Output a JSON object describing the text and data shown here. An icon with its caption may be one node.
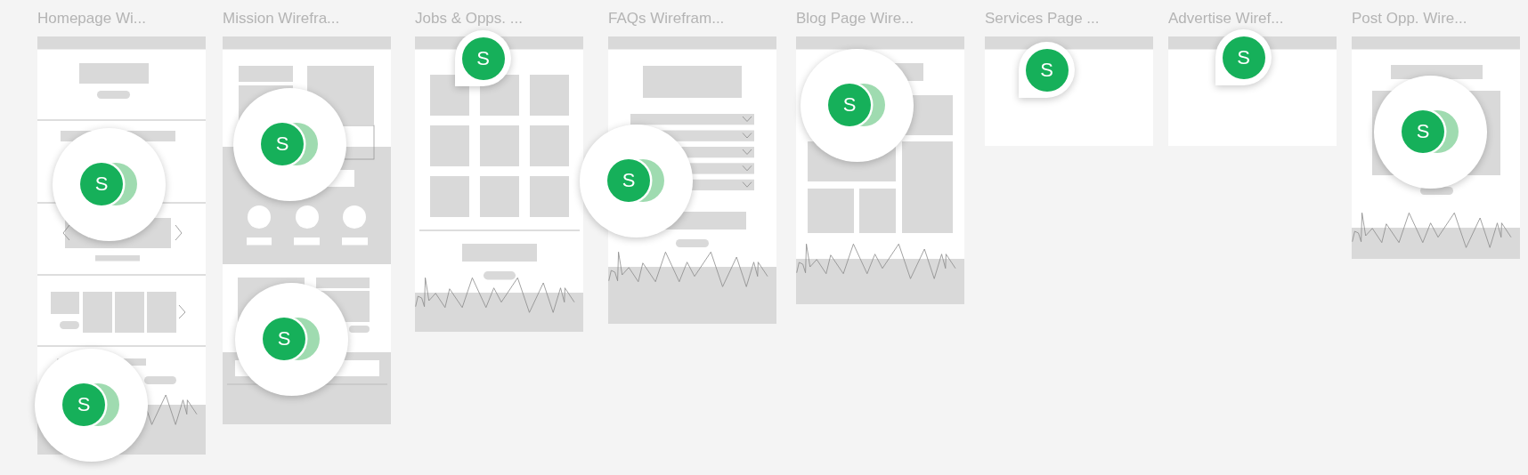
{
  "diagram": {
    "nodes": [
      {
        "text": [
          "Homepage Wi..."
        ]
      },
      {
        "text": [
          "Mission Wirefra..."
        ]
      },
      {
        "text": [
          "Jobs & Opps. ..."
        ]
      },
      {
        "text": [
          "FAQs Wirefram..."
        ]
      },
      {
        "text": [
          "Blog Page Wire..."
        ]
      },
      {
        "text": [
          "Services Page ..."
        ]
      },
      {
        "text": [
          "Advertise Wiref..."
        ]
      },
      {
        "text": [
          "Post Opp. Wire..."
        ]
      },
      {
        "text": [
          "S"
        ],
        "in": 0
      },
      {
        "text": [
          "S"
        ]
      },
      {
        "text": [
          "S"
        ],
        "in": 1
      },
      {
        "text": [
          "S"
        ],
        "in": 1
      },
      {
        "text": [
          "S"
        ]
      },
      {
        "text": [
          "S"
        ]
      },
      {
        "text": [
          "S"
        ],
        "in": 4
      },
      {
        "text": [
          "S"
        ],
        "in": 5
      },
      {
        "text": [
          "S"
        ]
      },
      {
        "text": [
          "S"
        ],
        "in": 7
      }
    ]
  }
}
